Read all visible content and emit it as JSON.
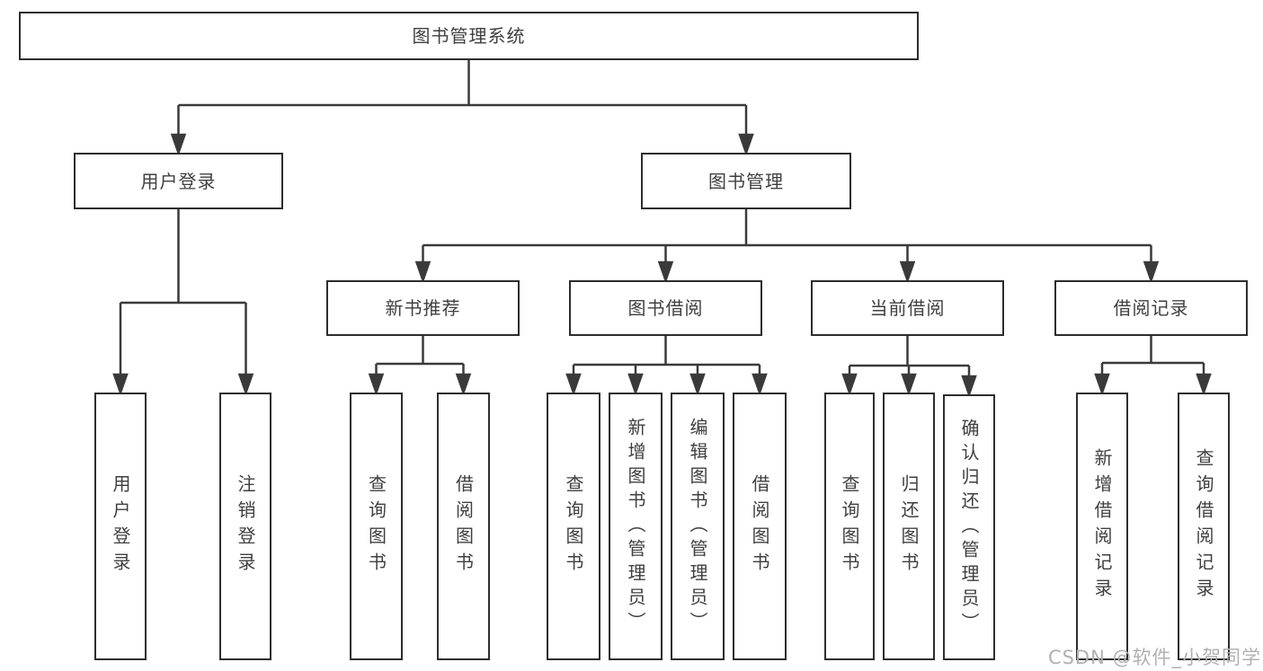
{
  "diagram_title": "图书管理系统",
  "tree": {
    "root": {
      "label": "图书管理系统"
    },
    "branches": [
      {
        "label": "用户登录",
        "children": [
          {
            "label": "用户登录"
          },
          {
            "label": "注销登录"
          }
        ]
      },
      {
        "label": "图书管理",
        "children": [
          {
            "label": "新书推荐",
            "children": [
              {
                "label": "查询图书"
              },
              {
                "label": "借阅图书"
              }
            ]
          },
          {
            "label": "图书借阅",
            "children": [
              {
                "label": "查询图书"
              },
              {
                "label": "新增图书（管理员）"
              },
              {
                "label": "编辑图书（管理员）"
              },
              {
                "label": "借阅图书"
              }
            ]
          },
          {
            "label": "当前借阅",
            "children": [
              {
                "label": "查询图书"
              },
              {
                "label": "归还图书"
              },
              {
                "label": "确认归还（管理员）"
              }
            ]
          },
          {
            "label": "借阅记录",
            "children": [
              {
                "label": "新增借阅记录"
              },
              {
                "label": "查询借阅记录"
              }
            ]
          }
        ]
      }
    ]
  },
  "watermark": "CSDN @软件_小贺同学",
  "colors": {
    "background": "#ffffff",
    "line": "#3a3a3a",
    "box_border": "#2d2d2d",
    "text": "#3f3f3f",
    "watermark": "#b2b0b0"
  }
}
